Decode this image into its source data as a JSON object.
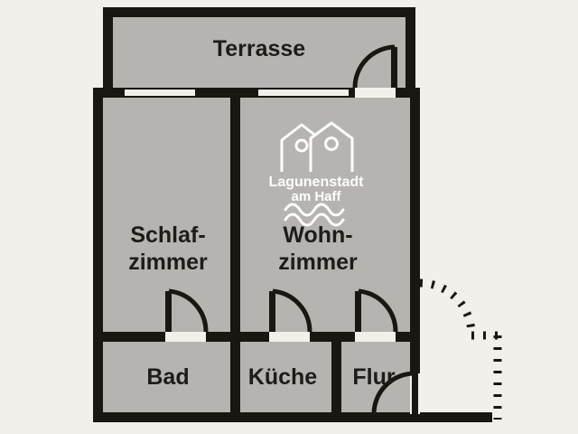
{
  "plan": {
    "terrace": {
      "label": "Terrasse"
    },
    "bedroom": {
      "label_line1": "Schlaf-",
      "label_line2": "zimmer"
    },
    "living_room": {
      "label_line1": "Wohn-",
      "label_line2": "zimmer"
    },
    "bathroom": {
      "label": "Bad"
    },
    "kitchen": {
      "label": "Küche"
    },
    "hallway": {
      "label": "Flur"
    }
  },
  "logo": {
    "name_line1": "Lagunenstadt",
    "name_line2": "am Haff"
  },
  "colors": {
    "background": "#f1f0eb",
    "floor": "#b5b4b0",
    "wall": "#181711",
    "label_text": "#1d1c18",
    "logo": "#ffffff"
  }
}
